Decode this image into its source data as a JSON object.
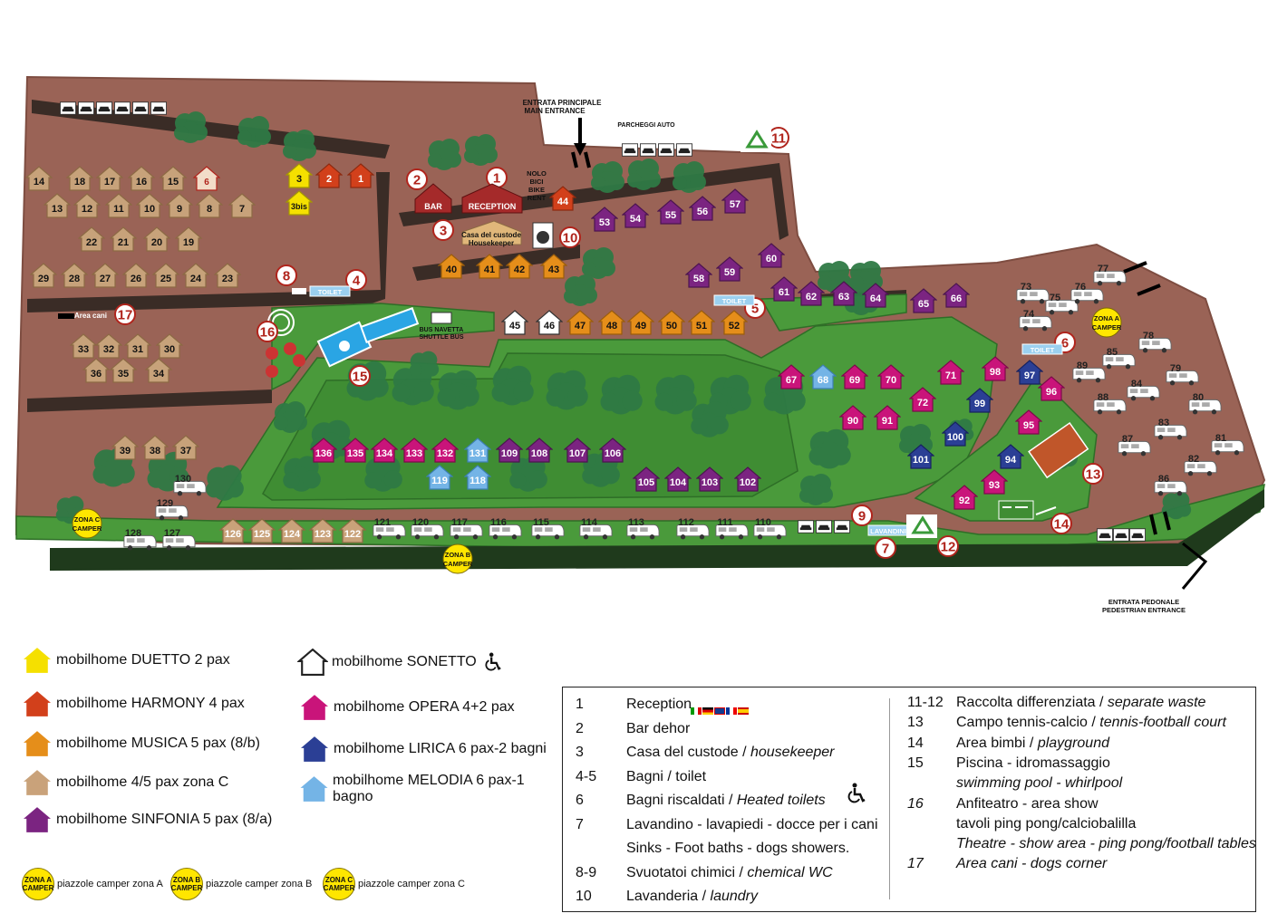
{
  "map": {
    "labels": {
      "entrance": [
        "ENTRATA PRINCIPALE",
        "MAIN ENTRANCE"
      ],
      "parking": "PARCHEGGI AUTO",
      "pedestrian": [
        "ENTRATA PEDONALE",
        "PEDESTRIAN ENTRANCE"
      ],
      "bar": "BAR",
      "reception": "RECEPTION",
      "nolo": [
        "NOLO",
        "BICI",
        "BIKE",
        "RENT"
      ],
      "custode": [
        "Casa del custode",
        "Housekeeper"
      ],
      "toilet": "TOILET",
      "lavandini": "LAVANDINI",
      "bus": [
        "BUS NAVETTA",
        "SHUTTLE BUS"
      ],
      "dogs": "Area cani",
      "zoneA": [
        "ZONA A",
        "CAMPER"
      ],
      "zoneB": [
        "ZONA B",
        "CAMPER"
      ],
      "zoneC": [
        "ZONA C",
        "CAMPER"
      ]
    },
    "poi_numbers": [
      "1",
      "2",
      "3",
      "4",
      "5",
      "6",
      "7",
      "8",
      "9",
      "10",
      "11",
      "12",
      "13",
      "14",
      "15",
      "16",
      "17"
    ],
    "chalets_top": [
      "14",
      "18",
      "17",
      "16",
      "15",
      "6",
      "13",
      "12",
      "11",
      "10",
      "9",
      "8",
      "7",
      "22",
      "21",
      "20",
      "19",
      "29",
      "28",
      "27",
      "26",
      "25",
      "24",
      "23",
      "33",
      "32",
      "31",
      "30",
      "36",
      "35",
      "34",
      "39",
      "38",
      "37"
    ],
    "yellow_units": [
      "3",
      "3bis"
    ],
    "red_units": [
      "2",
      "1",
      "44"
    ],
    "orange_units": [
      "40",
      "41",
      "42",
      "43",
      "47",
      "48",
      "49",
      "50",
      "51",
      "52"
    ],
    "white_units": [
      "45",
      "46"
    ],
    "purple_units": [
      "53",
      "54",
      "55",
      "56",
      "57",
      "58",
      "59",
      "60",
      "61",
      "62",
      "63",
      "64",
      "65",
      "66",
      "109",
      "108",
      "107",
      "106",
      "105",
      "104",
      "103",
      "102"
    ],
    "magenta_units": [
      "67",
      "69",
      "70",
      "71",
      "72",
      "90",
      "91",
      "92",
      "93",
      "95",
      "96",
      "98",
      "136",
      "135",
      "134",
      "133",
      "132"
    ],
    "navy_units": [
      "97",
      "99",
      "100",
      "101",
      "94"
    ],
    "lightblue_units": [
      "68",
      "131",
      "119",
      "118"
    ],
    "tan_units": [
      "126",
      "125",
      "124",
      "123",
      "122"
    ],
    "camper_units": [
      "73",
      "74",
      "75",
      "76",
      "77",
      "78",
      "79",
      "80",
      "81",
      "82",
      "83",
      "84",
      "85",
      "86",
      "87",
      "88",
      "89",
      "110",
      "111",
      "112",
      "113",
      "114",
      "115",
      "116",
      "117",
      "120",
      "121",
      "127",
      "128",
      "129",
      "130"
    ]
  },
  "legend": {
    "items": [
      {
        "label": "mobilhome DUETTO 2 pax",
        "color": "#f5e000"
      },
      {
        "label": "mobilhome HARMONY 4 pax",
        "color": "#d2401b"
      },
      {
        "label": "mobilhome MUSICA 5 pax (8/b)",
        "color": "#e58e1a"
      },
      {
        "label": "mobilhome 4/5 pax zona C",
        "color": "#c9a27a"
      },
      {
        "label": "mobilhome SINFONIA 5 pax  (8/a)",
        "color": "#7b2481"
      },
      {
        "label": "mobilhome SONETTO",
        "color": "#ffffff"
      },
      {
        "label": "mobilhome OPERA 4+2 pax",
        "color": "#c9147a"
      },
      {
        "label": "mobilhome LIRICA 6 pax-2 bagni",
        "color": "#2b3f95"
      },
      {
        "label": "mobilhome MELODIA 6 pax-1 bagno",
        "color": "#74b4e6"
      }
    ],
    "zones": [
      {
        "badge": [
          "ZONA A",
          "CAMPER"
        ],
        "label": "piazzole camper zona A"
      },
      {
        "badge": [
          "ZONA B",
          "CAMPER"
        ],
        "label": "piazzole camper zona B"
      },
      {
        "badge": [
          "ZONA C",
          "CAMPER"
        ],
        "label": "piazzole camper zona C"
      }
    ]
  },
  "key": {
    "left": [
      {
        "num": "1",
        "text": "Reception",
        "it": ""
      },
      {
        "num": "2",
        "text": "Bar dehor",
        "it": ""
      },
      {
        "num": "3",
        "text": "Casa del custode / ",
        "it": "housekeeper"
      },
      {
        "num": "4-5",
        "text": "Bagni / toilet",
        "it": ""
      },
      {
        "num": "6",
        "text": "Bagni riscaldati / ",
        "it": "Heated toilets"
      },
      {
        "num": "7",
        "text": "Lavandino - lavapiedi - docce per i cani",
        "it": ""
      },
      {
        "num": "",
        "text": "Sinks - Foot baths - dogs showers.",
        "it": ""
      },
      {
        "num": "8-9",
        "text": "Svuotatoi chimici / ",
        "it": "chemical WC"
      },
      {
        "num": "10",
        "text": "Lavanderia / ",
        "it": "laundry"
      }
    ],
    "right": [
      {
        "num": "11-12",
        "text": "Raccolta differenziata / ",
        "it": "separate waste"
      },
      {
        "num": "13",
        "text": "Campo tennis-calcio / ",
        "it": "tennis-football court"
      },
      {
        "num": "14",
        "text": "Area bimbi / ",
        "it": "playground"
      },
      {
        "num": "15",
        "text": "Piscina - idromassaggio",
        "it": ""
      },
      {
        "num": "",
        "text": "",
        "it": "swimming pool  - whirlpool"
      },
      {
        "num": "16",
        "text": "Anfiteatro - area show",
        "it": "",
        "numit": true
      },
      {
        "num": "",
        "text": "tavoli ping pong/calciobalilla",
        "it": ""
      },
      {
        "num": "",
        "text": "",
        "it": "Theatre - show area - ping pong/football tables"
      },
      {
        "num": "17",
        "text": "",
        "it": "Area cani - dogs corner",
        "numit": true
      }
    ]
  }
}
